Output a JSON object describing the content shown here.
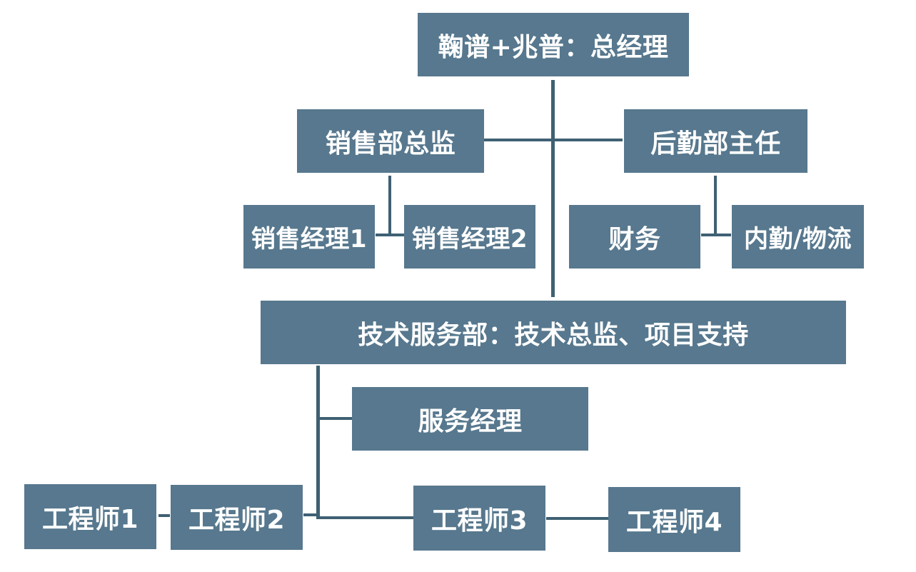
{
  "org_chart": {
    "gm": "鞠谱+兆普：总经理",
    "sales_director": "销售部总监",
    "logistics_head": "后勤部主任",
    "sales_manager_1": "销售经理1",
    "sales_manager_2": "销售经理2",
    "finance": "财务",
    "internal_logistics": "内勤/物流",
    "tech_service": "技术服务部：技术总监、项目支持",
    "service_manager": "服务经理",
    "engineer_1": "工程师1",
    "engineer_2": "工程师2",
    "engineer_3": "工程师3",
    "engineer_4": "工程师4"
  },
  "colors": {
    "box": "#57788e",
    "line": "#3f6073",
    "text": "#ffffff"
  }
}
